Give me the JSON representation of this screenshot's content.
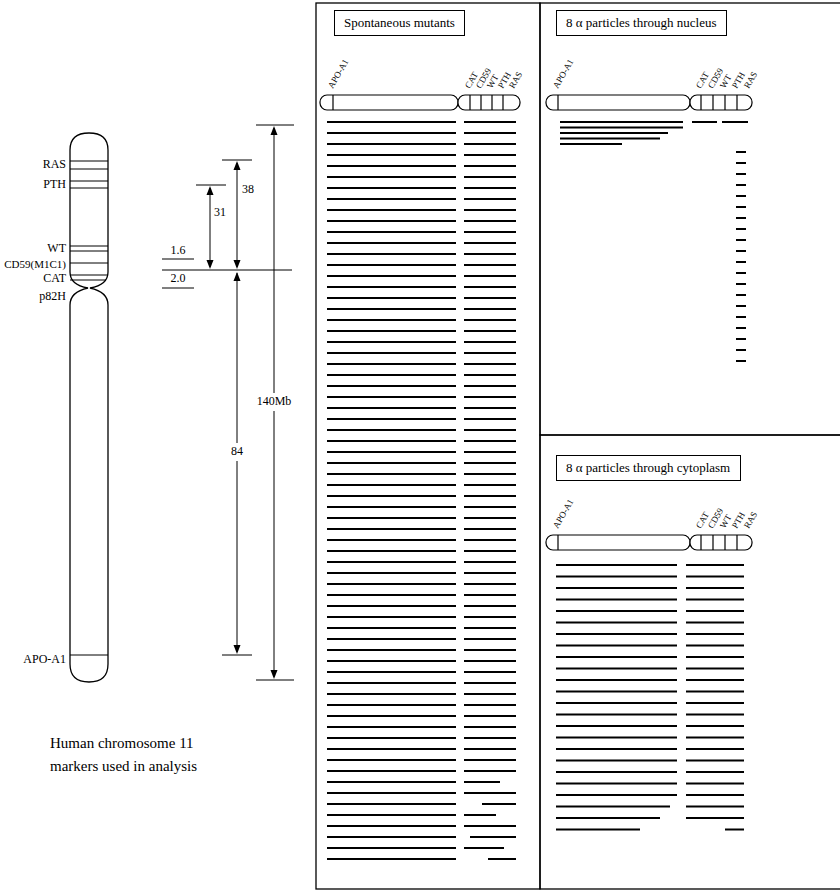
{
  "diagram": {
    "nodes": [
      {
        "text": [
          "Spontaneous mutants"
        ]
      },
      {
        "text": [
          "8 α particles through nucleus"
        ]
      },
      {
        "text": [
          "8 α particles through cytoplasm"
        ]
      }
    ],
    "labels": [
      "RAS",
      "PTH",
      "WT",
      "CD59(M1C1)",
      "CAT",
      "p82H",
      "APO-A1",
      "1.6",
      "2.0",
      "31",
      "38",
      "84",
      "140Mb",
      "Human chromosome 11 markers used in analysis",
      "APO-A1",
      "CAT",
      "CD59",
      "WT",
      "PTH",
      "RAS",
      "APO-A1",
      "CAT",
      "CD59",
      "WT",
      "PTH",
      "RAS",
      "APO-A1",
      "CAT",
      "CD59",
      "WT",
      "PTH",
      "RAS"
    ]
  }
}
